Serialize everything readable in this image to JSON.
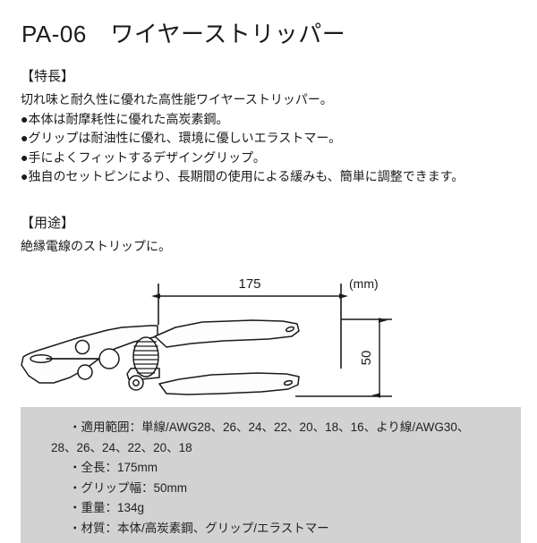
{
  "document": {
    "title": "PA-06　ワイヤーストリッパー",
    "model_code": "PA-06",
    "product_name": "ワイヤーストリッパー"
  },
  "features": {
    "heading": "【特長】",
    "lines": [
      "切れ味と耐久性に優れた高性能ワイヤーストリッパー。",
      "●本体は耐摩耗性に優れた高炭素鋼。",
      "●グリップは耐油性に優れ、環境に優しいエラストマー。",
      "●手によくフィットするデザイングリップ。",
      "●独自のセットピンにより、長期間の使用による緩みも、簡単に調整できます。"
    ]
  },
  "usage": {
    "heading": "【用途】",
    "lines": [
      "絶縁電線のストリップに。"
    ]
  },
  "drawing": {
    "unit_label": "(mm)",
    "length_dimension": "175",
    "height_dimension": "50",
    "alt": "ワイヤーストリッパー 寸法図"
  },
  "specifications": {
    "lines": [
      "・適用範囲：単線/AWG28、26、24、22、20、18、16、より線/AWG30、",
      "28、26、24、22、20、18",
      "・全長：175mm",
      "・グリップ幅：50mm",
      "・重量：134g",
      "・材質：本体/高炭素鋼、グリップ/エラストマー"
    ],
    "background_color": "#d2d2d2"
  }
}
